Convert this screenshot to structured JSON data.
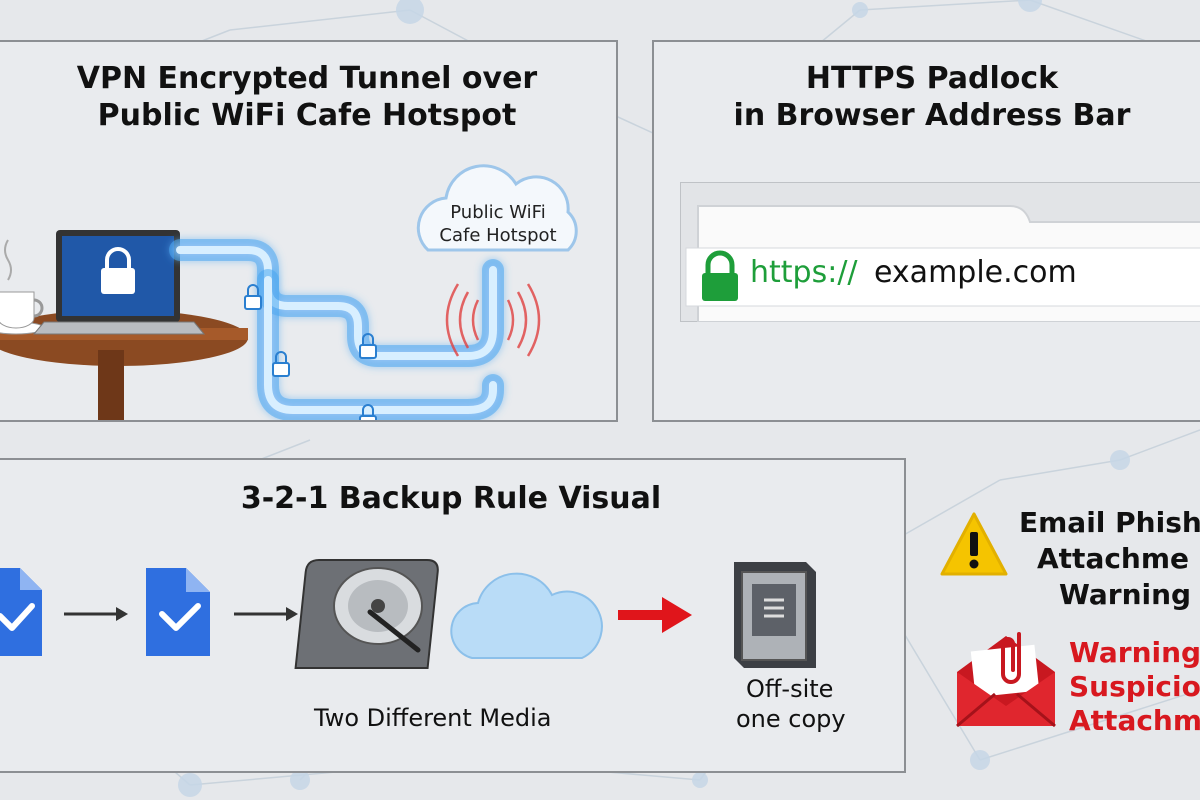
{
  "vpn": {
    "title_line1": "VPN Encrypted Tunnel over",
    "title_line2": "Public WiFi Cafe Hotspot",
    "cloud_line1": "Public WiFi",
    "cloud_line2": "Cafe Hotspot"
  },
  "https": {
    "title_line1": "HTTPS Padlock",
    "title_line2": "in Browser Address Bar",
    "scheme": "https://",
    "domain": "example.com",
    "scheme_color": "#1e9e3a"
  },
  "backup": {
    "title": "3-2-1 Backup Rule Visual",
    "media_label": "Two Different Media",
    "offsite_line1": "Off-site",
    "offsite_line2": "one copy",
    "arrow_color": "#e0151b",
    "doc_color": "#2f6fe0"
  },
  "phishing": {
    "title_line1": "Email Phish",
    "title_line2": "Attachme",
    "title_line3": "Warning",
    "warn_line1": "Warning:",
    "warn_line2": "Suspicio",
    "warn_line3": "Attachm",
    "warn_color": "#d8181f",
    "alert_color": "#f5c400"
  }
}
